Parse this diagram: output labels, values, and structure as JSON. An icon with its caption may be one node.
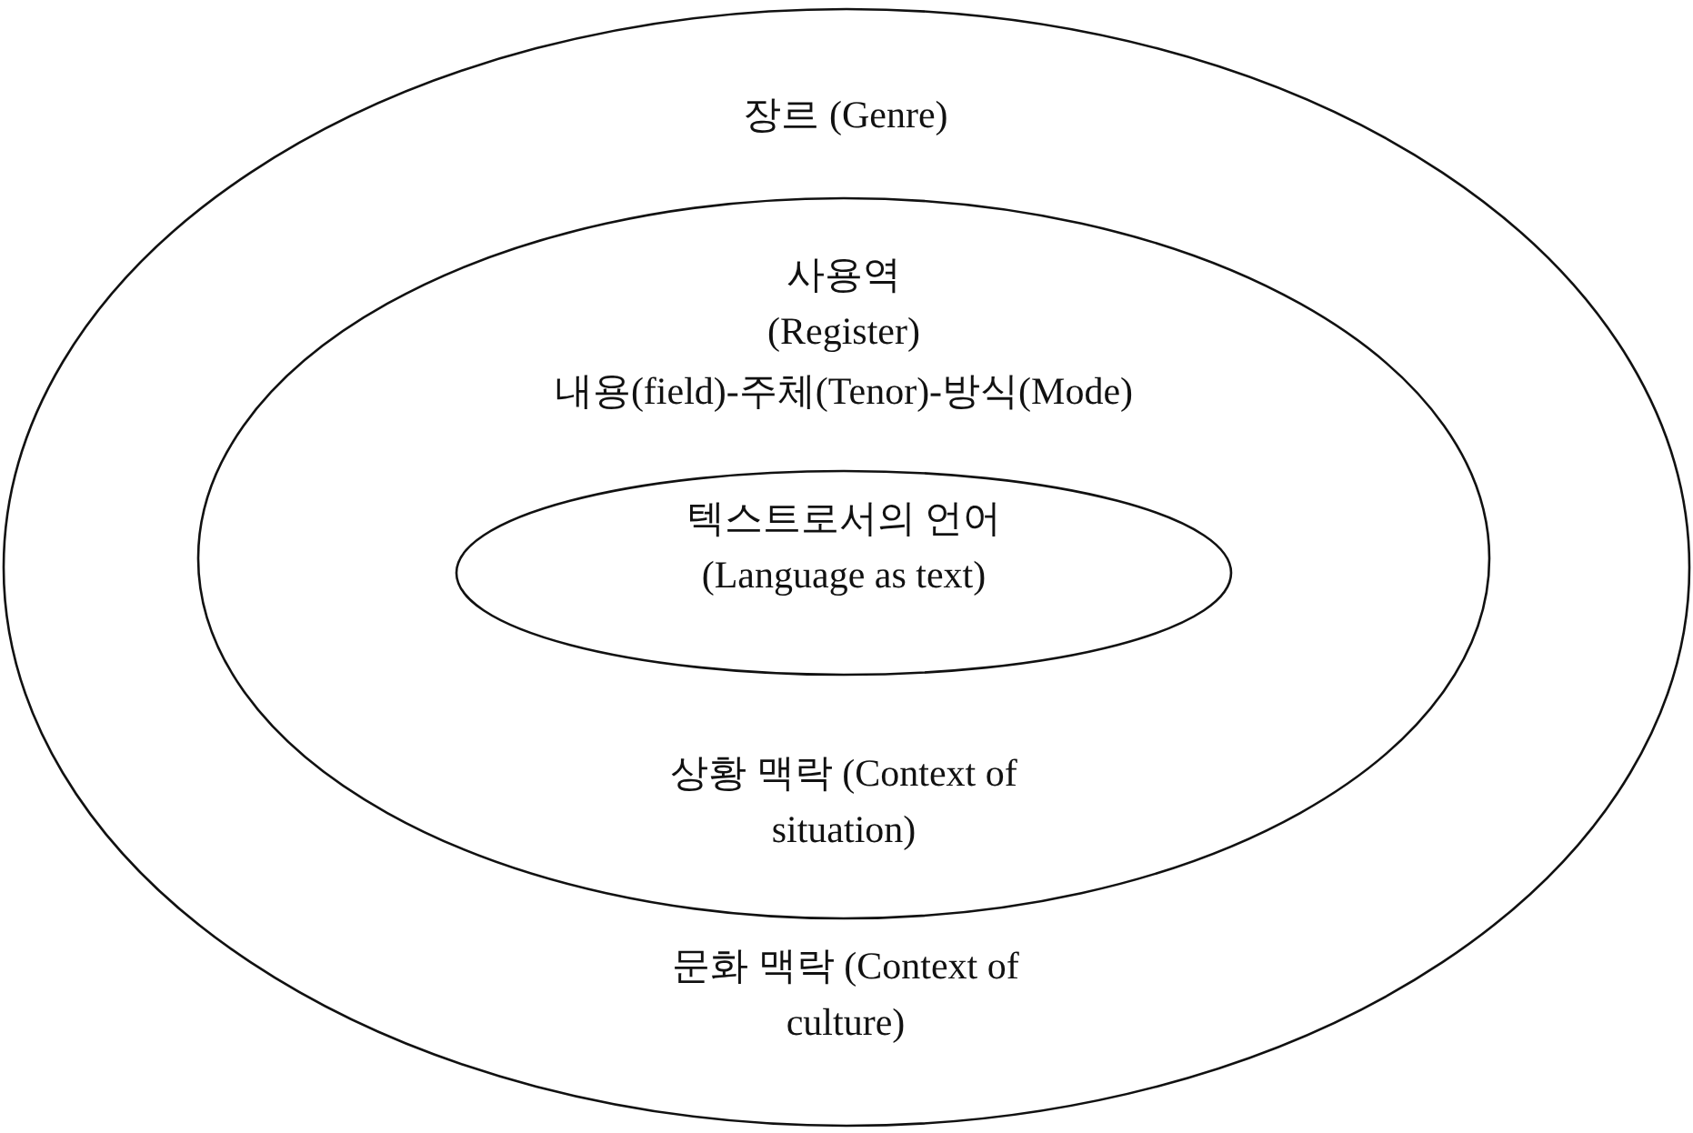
{
  "diagram": {
    "nodes": [
      {
        "text": [
          "장르 (Genre)",
          "문화 맥락 (Context of culture)"
        ]
      },
      {
        "text": [
          "사용역 (Register)",
          "내용(field)-주체(Tenor)-방식(Mode)",
          "상황 맥락 (Context of situation)"
        ],
        "in": 0
      },
      {
        "text": [
          "텍스트로서의 언어 (Language as text)"
        ],
        "in": 1
      }
    ],
    "edges": []
  }
}
